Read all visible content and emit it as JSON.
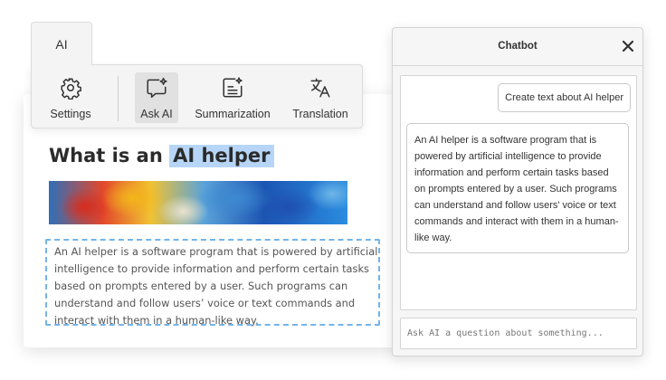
{
  "toolbar": {
    "tab_label": "AI",
    "buttons": [
      {
        "label": "Settings",
        "icon": "gear-icon"
      },
      {
        "label": "Ask AI",
        "icon": "chat-sparkle-icon",
        "active": true
      },
      {
        "label": "Summarization",
        "icon": "summary-sparkle-icon"
      },
      {
        "label": "Translation",
        "icon": "translate-icon"
      }
    ]
  },
  "document": {
    "title_prefix": "What is an ",
    "title_highlight": "AI helper",
    "image_alt": "abstract colorful painting",
    "body": "An AI helper is a software program that is powered by artificial intelligence to provide information and perform certain tasks based on prompts entered by a user. Such programs can understand and follow users’ voice or text commands and interact with them in a human-like way."
  },
  "chatbot": {
    "title": "Chatbot",
    "user_message": "Create text about AI helper",
    "bot_message": "An AI helper is a software program that is powered by artificial intelligence to provide information and perform certain tasks based on prompts entered by a user. Such programs can understand and follow users' voice or text commands and interact with them in a human-like way.",
    "input_placeholder": "Ask AI a question about something..."
  },
  "colors": {
    "highlight": "#b7d6f7",
    "dashed_border": "#74b4e9",
    "active_button": "#e1e1e1"
  }
}
